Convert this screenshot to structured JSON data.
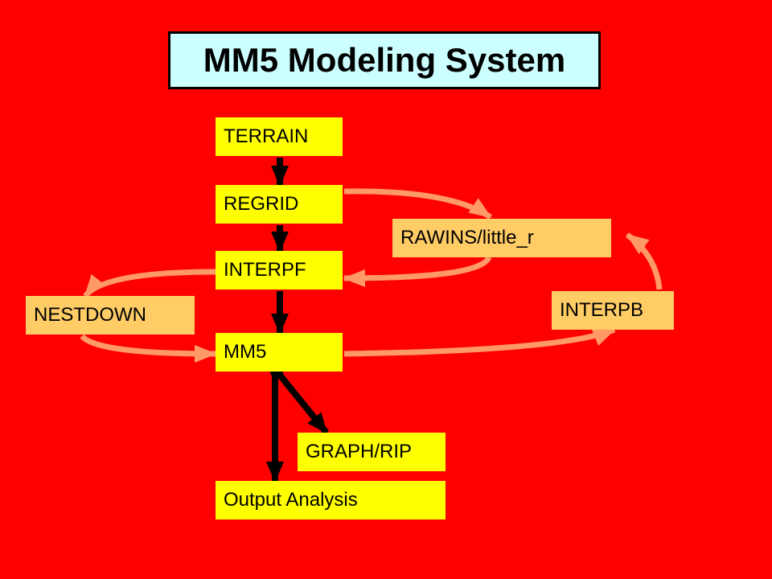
{
  "title": "MM5 Modeling System",
  "colors": {
    "background": "#ff0000",
    "title_box": "#ccffff",
    "main_node": "#ffff00",
    "side_node": "#ffcc66",
    "main_arrow": "#000000",
    "side_arrow": "#ff9966"
  },
  "nodes": {
    "terrain": "TERRAIN",
    "regrid": "REGRID",
    "rawins": "RAWINS/little_r",
    "interpf": "INTERPF",
    "nestdown": "NESTDOWN",
    "interpb": "INTERPB",
    "mm5": "MM5",
    "graph_rip": "GRAPH/RIP",
    "output_analysis": "Output Analysis"
  },
  "edges": [
    {
      "from": "TERRAIN",
      "to": "REGRID",
      "style": "main"
    },
    {
      "from": "REGRID",
      "to": "INTERPF",
      "style": "main"
    },
    {
      "from": "INTERPF",
      "to": "MM5",
      "style": "main"
    },
    {
      "from": "MM5",
      "to": "Output Analysis",
      "style": "main"
    },
    {
      "from": "MM5",
      "to": "GRAPH/RIP",
      "style": "main"
    },
    {
      "from": "REGRID",
      "to": "RAWINS/little_r",
      "style": "side"
    },
    {
      "from": "RAWINS/little_r",
      "to": "INTERPF",
      "style": "side"
    },
    {
      "from": "INTERPF",
      "to": "NESTDOWN",
      "style": "side"
    },
    {
      "from": "NESTDOWN",
      "to": "MM5",
      "style": "side"
    },
    {
      "from": "MM5",
      "to": "INTERPB",
      "style": "side"
    },
    {
      "from": "INTERPB",
      "to": "RAWINS/little_r",
      "style": "side"
    }
  ]
}
